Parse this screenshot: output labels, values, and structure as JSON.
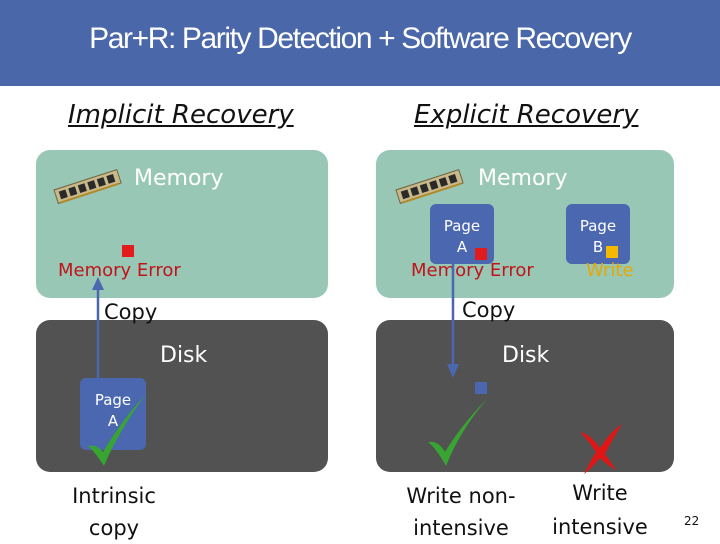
{
  "title": "Par+R: Parity Detection + Software Recovery",
  "colors": {
    "title_bar": "#4a67aa",
    "memory_region": "#99c7b6",
    "disk_region": "#525252",
    "page": "#4b67b0",
    "error_marker": "#e21c1c",
    "write_marker": "#f5b800",
    "check": "#38a532",
    "cross": "#e01515",
    "arrow": "#4b67b0"
  },
  "implicit": {
    "heading": "Implicit Recovery",
    "memory_label": "Memory",
    "memory_icon": "ram-module-icon",
    "error_label": "Memory Error",
    "copy_label": "Copy",
    "disk_label": "Disk",
    "page_label_line1": "Page",
    "page_label_line2": "A",
    "status_icon": "checkmark-icon",
    "caption_line1": "Intrinsic",
    "caption_line2": "copy"
  },
  "explicit": {
    "heading": "Explicit Recovery",
    "memory_label": "Memory",
    "memory_icon": "ram-module-icon",
    "page_a_line1": "Page",
    "page_a_line2": "A",
    "page_b_line1": "Page",
    "page_b_line2": "B",
    "error_label": "Memory Error",
    "write_label": "Write",
    "copy_label": "Copy",
    "disk_label": "Disk",
    "left_status_icon": "checkmark-icon",
    "right_status_icon": "cross-icon",
    "left_caption_line1": "Write non-",
    "left_caption_line2": "intensive",
    "right_caption_line1": "Write",
    "right_caption_line2": "intensive"
  },
  "slide_number": "22"
}
